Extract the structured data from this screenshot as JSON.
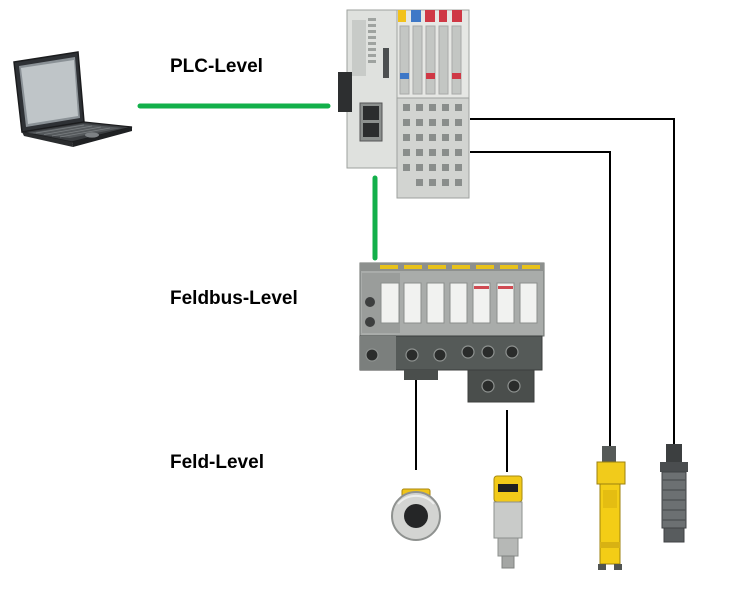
{
  "levels": {
    "plc": "PLC-Level",
    "feldbus": "Feldbus-Level",
    "feld": "Feld-Level"
  },
  "colors": {
    "ethernet_link": "#12b04a",
    "wire": "#000000",
    "module_housing": "#d7d9d6",
    "module_dark": "#6f7472",
    "sensor_yellow": "#f3cd16"
  },
  "device_icons": [
    "laptop-icon",
    "plc-controller-icon",
    "fieldbus-module-icon",
    "ring-sensor-icon",
    "pressure-sensor-icon",
    "light-grid-sensor-icon",
    "inductive-sensor-icon"
  ]
}
